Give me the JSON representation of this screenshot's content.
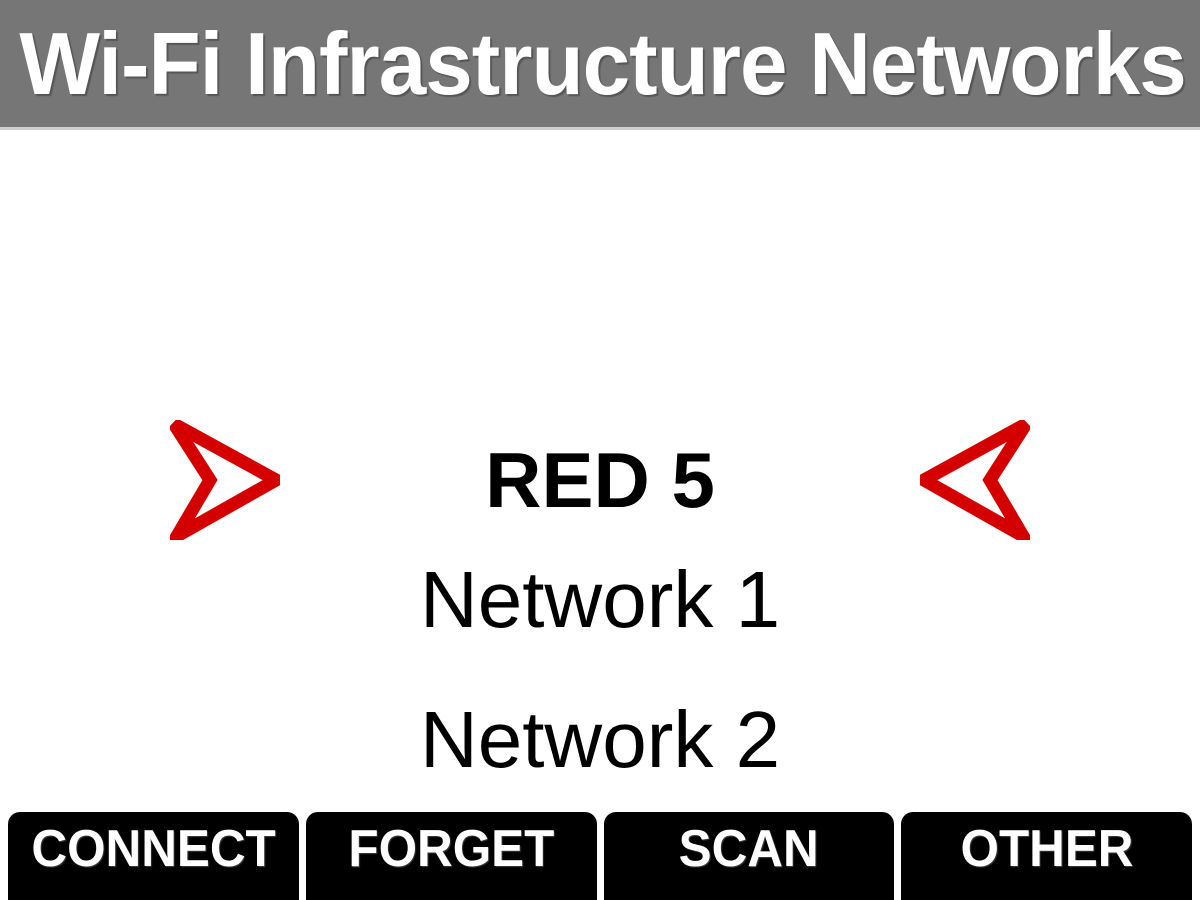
{
  "header": {
    "title": "Wi-Fi Infrastructure Networks",
    "background_color": "#767676",
    "text_color": "#ffffff"
  },
  "main": {
    "selected_network": {
      "name": "RED 5",
      "left_marker_icon": "arrow-right-outline-icon",
      "right_marker_icon": "arrow-left-outline-icon",
      "marker_color": "#d40000"
    },
    "networks": [
      {
        "name": "Network 1"
      },
      {
        "name": "Network 2"
      }
    ],
    "background_color": "#ffffff",
    "text_color": "#000000"
  },
  "buttons": [
    {
      "label": "CONNECT",
      "name": "connect-button"
    },
    {
      "label": "FORGET",
      "name": "forget-button"
    },
    {
      "label": "SCAN",
      "name": "scan-button"
    },
    {
      "label": "OTHER",
      "name": "other-button"
    }
  ],
  "button_style": {
    "background_color": "#000000",
    "text_color": "#ffffff"
  }
}
